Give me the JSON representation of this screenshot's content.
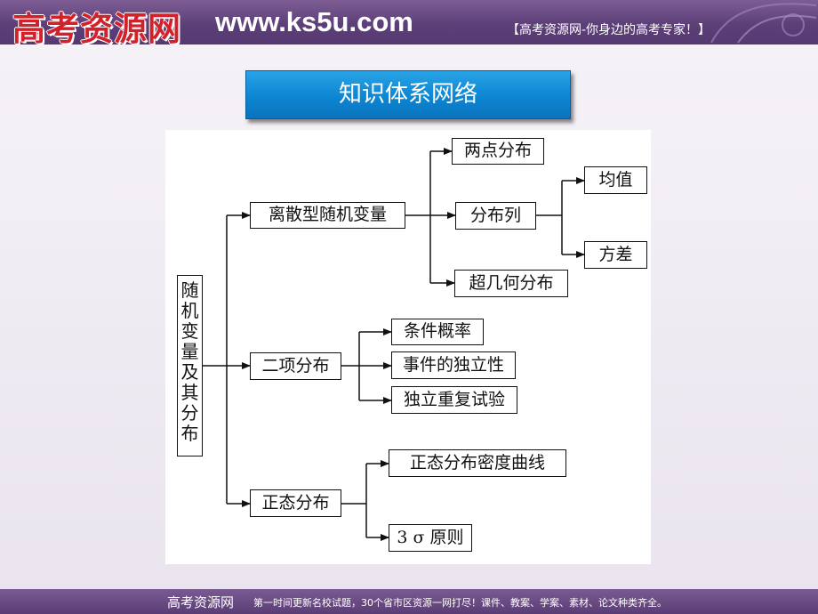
{
  "header": {
    "brand": "高考资源网",
    "url": "www.ks5u.com",
    "slogan": "【高考资源网-你身边的高考专家！】"
  },
  "title": "知识体系网络",
  "diagram": {
    "root": [
      "随",
      "机",
      "变",
      "量",
      "及",
      "其",
      "分",
      "布"
    ],
    "discrete": "离散型随机变量",
    "two_point": "两点分布",
    "dist_list": "分布列",
    "mean": "均值",
    "variance": "方差",
    "hypergeometric": "超几何分布",
    "binomial": "二项分布",
    "conditional_prob": "条件概率",
    "independence": "事件的独立性",
    "repeated_trials": "独立重复试验",
    "normal": "正态分布",
    "density_curve": "正态分布密度曲线",
    "three_sigma": "3 σ 原则"
  },
  "footer": {
    "brand": "高考资源网",
    "text": "第一时间更新名校试题，30个省市区资源一网打尽！课件、教案、学案、素材、论文种类齐全。"
  },
  "colors": {
    "header_bg": "#5d3f78",
    "brand_red": "#d1222b",
    "title_blue": "#0d86d3"
  }
}
